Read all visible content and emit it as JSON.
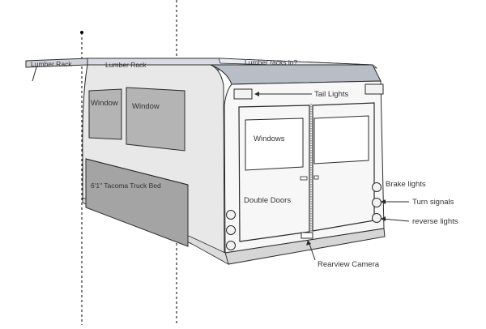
{
  "labels": {
    "lumber_rack_left": "Lumber Rack",
    "lumber_rack_mid": "Lumber Rack",
    "lumber_racks_top": "Lumber racks in?",
    "tail_lights": "Tail Lights",
    "window_left": "Window",
    "window_right": "Window",
    "rear_windows": "Windows",
    "truck_bed": "6'1\" Tacoma Truck Bed",
    "double_doors": "Double Doors",
    "brake_lights": "Brake lights",
    "turn_signals": "Turn signals",
    "reverse_lights": "reverse lights",
    "rearview_camera": "Rearview Camera"
  },
  "colors": {
    "outline": "#2b2b2b",
    "body_side": "#e8e8e8",
    "body_rear": "#f7f7f7",
    "roof": "#b9bec6",
    "window_fill": "#b4b4b4",
    "bed_fill": "#a4a4a4",
    "bumper": "#d6d6d6",
    "light": "#f2f2f2",
    "axis": "#000000",
    "label": "#333333"
  }
}
